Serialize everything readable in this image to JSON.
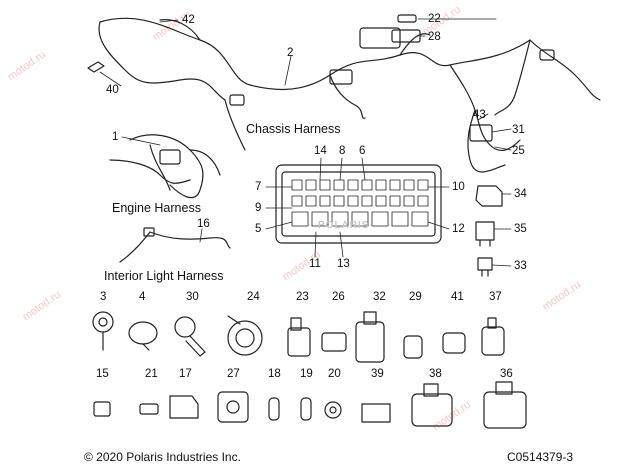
{
  "assembly_titles": {
    "chassis": "Chassis Harness",
    "engine": "Engine Harness",
    "interior": "Interior Light Harness"
  },
  "callouts": {
    "c1": "1",
    "c2": "2",
    "c3": "3",
    "c4": "4",
    "c5": "5",
    "c6": "6",
    "c7": "7",
    "c8": "8",
    "c9": "9",
    "c10": "10",
    "c11": "11",
    "c12": "12",
    "c13": "13",
    "c14": "14",
    "c15": "15",
    "c16": "16",
    "c17": "17",
    "c18": "18",
    "c19": "19",
    "c20": "20",
    "c21": "21",
    "c22": "22",
    "c23": "23",
    "c24": "24",
    "c25": "25",
    "c26": "26",
    "c27": "27",
    "c28": "28",
    "c29": "29",
    "c30": "30",
    "c31": "31",
    "c32": "32",
    "c33": "33",
    "c34": "34",
    "c35": "35",
    "c36": "36",
    "c37": "37",
    "c38": "38",
    "c39": "39",
    "c40": "40",
    "c41": "41",
    "c42": "42",
    "c43": "43"
  },
  "box_logo": "POLARIS",
  "watermark": "motod.ru",
  "footer": {
    "copyright": "© 2020 Polaris Industries Inc.",
    "code": "C0514379-3"
  }
}
